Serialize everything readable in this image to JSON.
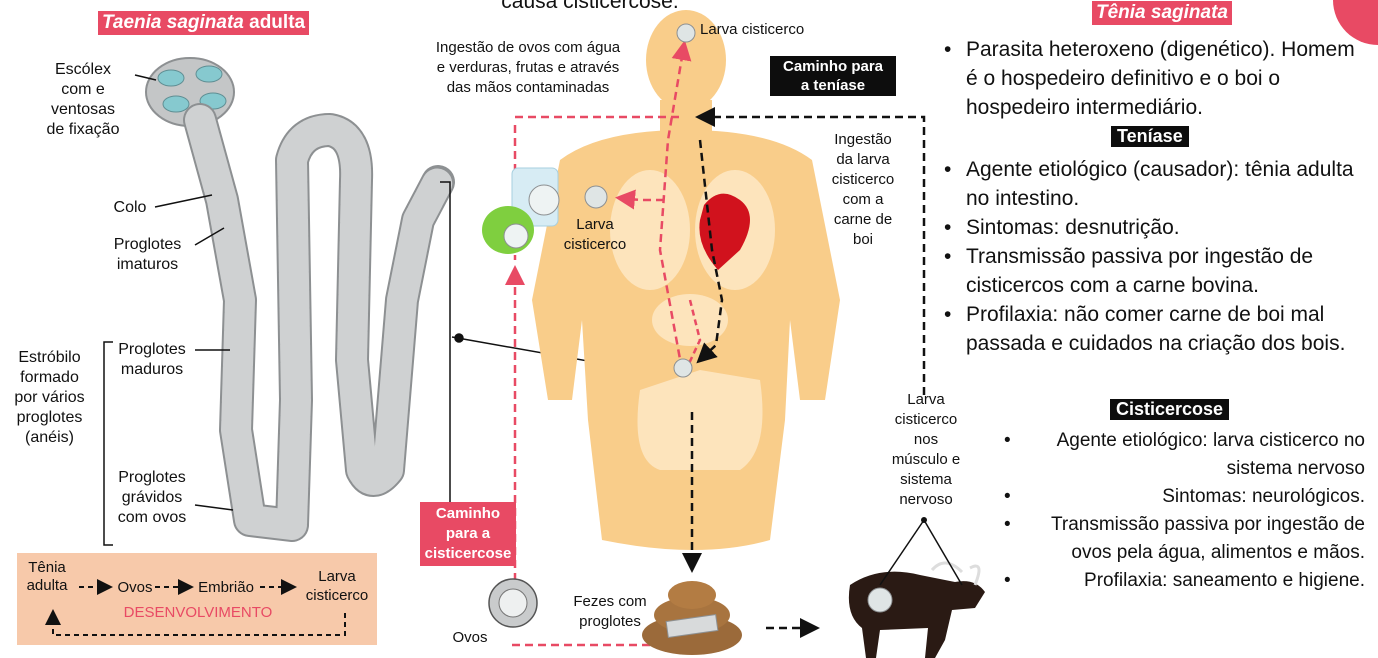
{
  "header": {
    "top_caption": "causa cisticercose."
  },
  "left_panel": {
    "title_italic": "Taenia saginata",
    "title_rest": " adulta",
    "labels": {
      "escolex": "Escólex\ncom e\nventosas\nde fixação",
      "colo": "Colo",
      "imaturos": "Proglotes\nimaturos",
      "estrobilo": "Estróbilo\nformado\npor vários\nproglotes\n(anéis)",
      "maduros": "Proglotes\nmaduros",
      "gravidos": "Proglotes\ngrávidos\ncom ovos"
    }
  },
  "cycle": {
    "tenia_adulta": "Tênia\nadulta",
    "ovos": "Ovos",
    "embriao": "Embrião",
    "larva": "Larva\ncisticerco",
    "desenvolvimento": "DESENVOLVIMENTO"
  },
  "center": {
    "ingestao_ovos": "Ingestão de ovos com água\ne verduras, frutas e através\ndas mãos contaminadas",
    "larva_top": "Larva cisticerco",
    "larva_mid": "Larva\ncisticerco",
    "caminho_teniase": "Caminho para\na teníase",
    "ingestao_larva": "Ingestão\nda larva\ncisticerco\ncom a\ncarne de\nboi",
    "larva_boi": "Larva\ncisticerco\nnos\nmúsculo e\nsistema\nnervoso",
    "caminho_cisticercose": "Caminho\npara a\ncisticercose",
    "fezes": "Fezes com\nproglotes",
    "ovos": "Ovos"
  },
  "right_panel": {
    "title": "Tênia saginata",
    "intro": [
      "Parasita heteroxeno (digenético). Homem é o hospedeiro definitivo e o boi o hospedeiro intermediário."
    ],
    "teniase_title": "Teníase",
    "teniase": [
      "Agente etiológico (causador): tênia adulta no intestino.",
      "Sintomas: desnutrição.",
      "Transmissão passiva por ingestão de cisticercos com a carne bovina.",
      "Profilaxia: não comer carne de boi mal passada e cuidados na criação dos bois."
    ],
    "cisticercose_title": "Cisticercose",
    "cisticercose": [
      "Agente etiológico: larva cisticerco no sistema nervoso",
      "Sintomas: neurológicos.",
      "Transmissão passiva por ingestão de ovos pela água, alimentos e mãos.",
      "Profilaxia: saneamento e higiene."
    ]
  },
  "colors": {
    "accent_red": "#e84a64",
    "cycle_bg": "#f7c9aa",
    "body_skin": "#f9cd8a",
    "worm_gray": "#c9cbcc",
    "label_black": "#0d0d0d"
  }
}
